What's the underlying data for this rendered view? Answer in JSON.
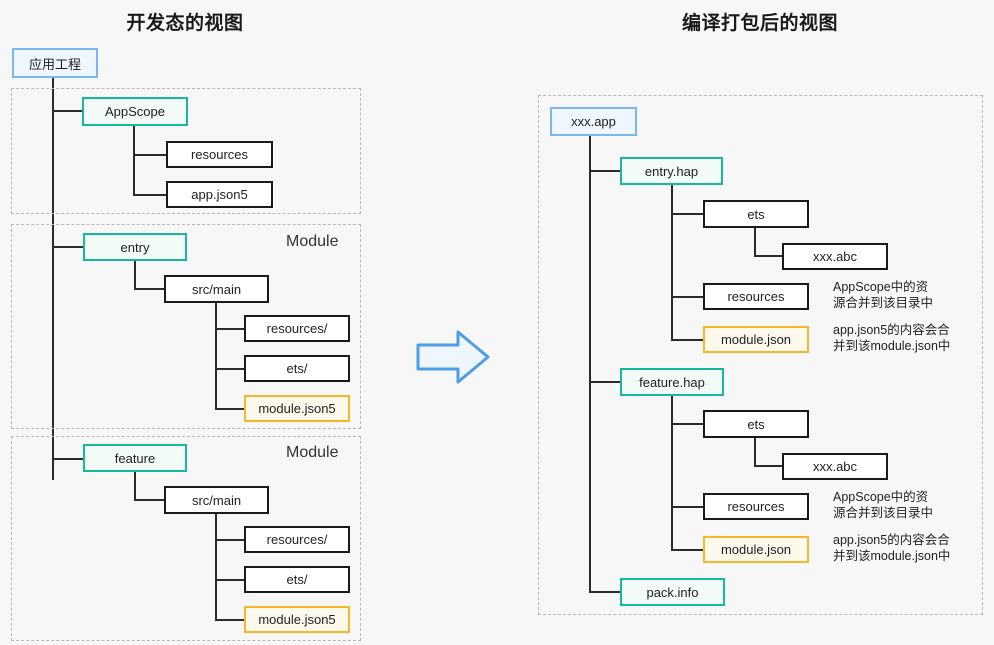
{
  "page": {
    "background": "#f7f7f7",
    "colors": {
      "blue_border": "#7cb5f0",
      "blue_fill": "#eef6fe",
      "green_border": "#16b999",
      "green_fill": "#f3fbf7",
      "yellow_border": "#f6b828",
      "yellow_fill": "#fdf8ec",
      "black_border": "#1a1a1a",
      "dashed_border": "#b9b9b9",
      "connector": "#2b2b2b"
    }
  },
  "left_panel": {
    "title": "开发态的视图",
    "root_node": "应用工程",
    "groups": [
      {
        "label": ""
      },
      {
        "label": "Module"
      },
      {
        "label": "Module"
      }
    ],
    "nodes": {
      "appscope": "AppScope",
      "appscope_resources": "resources",
      "appscope_appjson5": "app.json5",
      "entry": "entry",
      "entry_srcmain": "src/main",
      "entry_resources": "resources/",
      "entry_ets": "ets/",
      "entry_modulejson5": "module.json5",
      "feature": "feature",
      "feature_srcmain": "src/main",
      "feature_resources": "resources/",
      "feature_ets": "ets/",
      "feature_modulejson5": "module.json5"
    }
  },
  "arrow": {
    "name": "convert-arrow",
    "direction": "right"
  },
  "right_panel": {
    "title": "编译打包后的视图",
    "root_node": "xxx.app",
    "nodes": {
      "entry_hap": "entry.hap",
      "entry_ets": "ets",
      "entry_xxxabc": "xxx.abc",
      "entry_resources": "resources",
      "entry_modulejson": "module.json",
      "feature_hap": "feature.hap",
      "feature_ets": "ets",
      "feature_xxxabc": "xxx.abc",
      "feature_resources": "resources",
      "feature_modulejson": "module.json",
      "pack_info": "pack.info"
    },
    "notes": {
      "entry_resources_note": "AppScope中的资\n源合并到该目录中",
      "entry_modulejson_note": "app.json5的内容会合\n并到该module.json中",
      "feature_resources_note": "AppScope中的资\n源合并到该目录中",
      "feature_modulejson_note": "app.json5的内容会合\n并到该module.json中"
    }
  }
}
